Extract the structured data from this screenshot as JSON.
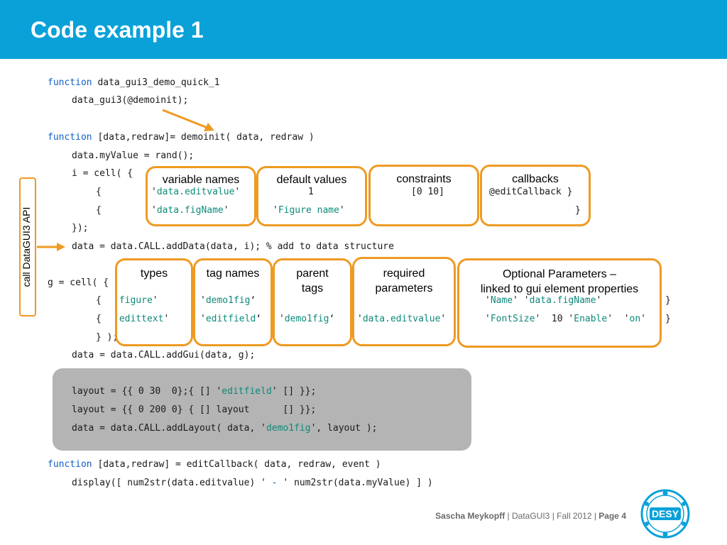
{
  "slide": {
    "title": "Code example 1",
    "side_label": "call DataGUI3 API"
  },
  "code": {
    "l1_kw": "function",
    "l1_rest": " data_gui3_demo_quick_1",
    "l2": "data_gui3(@demoinit);",
    "l3_kw": "function",
    "l3_rest": " [data,redraw]= demoinit( data, redraw )",
    "l4": "data.myValue = rand();",
    "l5": "i = cell( {",
    "l6_brace": "{",
    "l6_q": "'",
    "l6_name": "data.editvalue",
    "l6_q2": "'",
    "l6_default": "1",
    "l6_constraint": "[0 10]",
    "l6_callback": "@editCallback }",
    "l7_brace": "{",
    "l7_q": "'",
    "l7_name": "data.figName",
    "l7_q2": "'",
    "l7_dq": "'",
    "l7_default": "Figure name",
    "l7_dq2": "'",
    "l7_close": "}",
    "l8": "});",
    "l9": "data = data.CALL.addData(data, i); % add to data structure",
    "l10": "g = cell( {",
    "l11_brace": "{",
    "l11_q1": "'",
    "l11_type": "figure",
    "l11_q2": "'",
    "l11_q3": "'",
    "l11_tag": "demo1fig",
    "l11_q4": "‘",
    "l11_q5": "'",
    "l11_opt1": "Name",
    "l11_q6": "' '",
    "l11_opt2": "data.figName",
    "l11_q7": "'",
    "l11_close": "}",
    "l12_brace": "{",
    "l12_q1": "'",
    "l12_type": "edittext",
    "l12_q2": "'",
    "l12_q3": "'",
    "l12_tag": "editfield",
    "l12_q4": "‘",
    "l12_q5": "'",
    "l12_parent": "demo1fig",
    "l12_q6": "‘",
    "l12_q7": "'",
    "l12_req": "data.editvalue",
    "l12_q8": "'",
    "l12_q9": "'",
    "l12_opt1": "FontSize",
    "l12_q10": "'  10 '",
    "l12_opt2": "Enable",
    "l12_q11": "'  '",
    "l12_opt3": "on",
    "l12_q12": "'",
    "l12_close": "}",
    "l13": "} );",
    "l14": "data = data.CALL.addGui(data, g);",
    "l15_a": "layout = {{ 0 30  0};{ [] '",
    "l15_str": "editfield",
    "l15_b": "' [] }};",
    "l16": "layout = {{ 0 200 0} { [] layout      [] }};",
    "l17_a": "data = data.CALL.addLayout( data, '",
    "l17_str": "demo1fig",
    "l17_b": "', layout );",
    "l18_kw": "function",
    "l18_rest": " [data,redraw] = editCallback( data, redraw, event )",
    "l19_a": "display([ num2str(data.editvalue) ' ",
    "l19_dash": "-",
    "l19_b": " ' num2str(data.myValue) ] )"
  },
  "annotations": {
    "variable_names": "variable names",
    "default_values": "default values",
    "constraints": "constraints",
    "callbacks": "callbacks",
    "types": "types",
    "tag_names": "tag names",
    "parent_tags_1": "parent",
    "parent_tags_2": "tags",
    "required_1": "required",
    "required_2": "parameters",
    "optional_1": "Optional Parameters –",
    "optional_2": "linked to gui element properties"
  },
  "footer": {
    "author": "Sascha Meykopff",
    "sep1": " |  DataGUI3  |  Fall 2012  |  ",
    "page": "Page 4",
    "logo_text": "DESY"
  },
  "colors": {
    "header": "#0aa1d8",
    "accent_orange": "#ee9a23",
    "keyword_blue": "#1060c8",
    "string_teal": "#0d8a7a",
    "layout_box_gray": "#b4b4b4"
  }
}
